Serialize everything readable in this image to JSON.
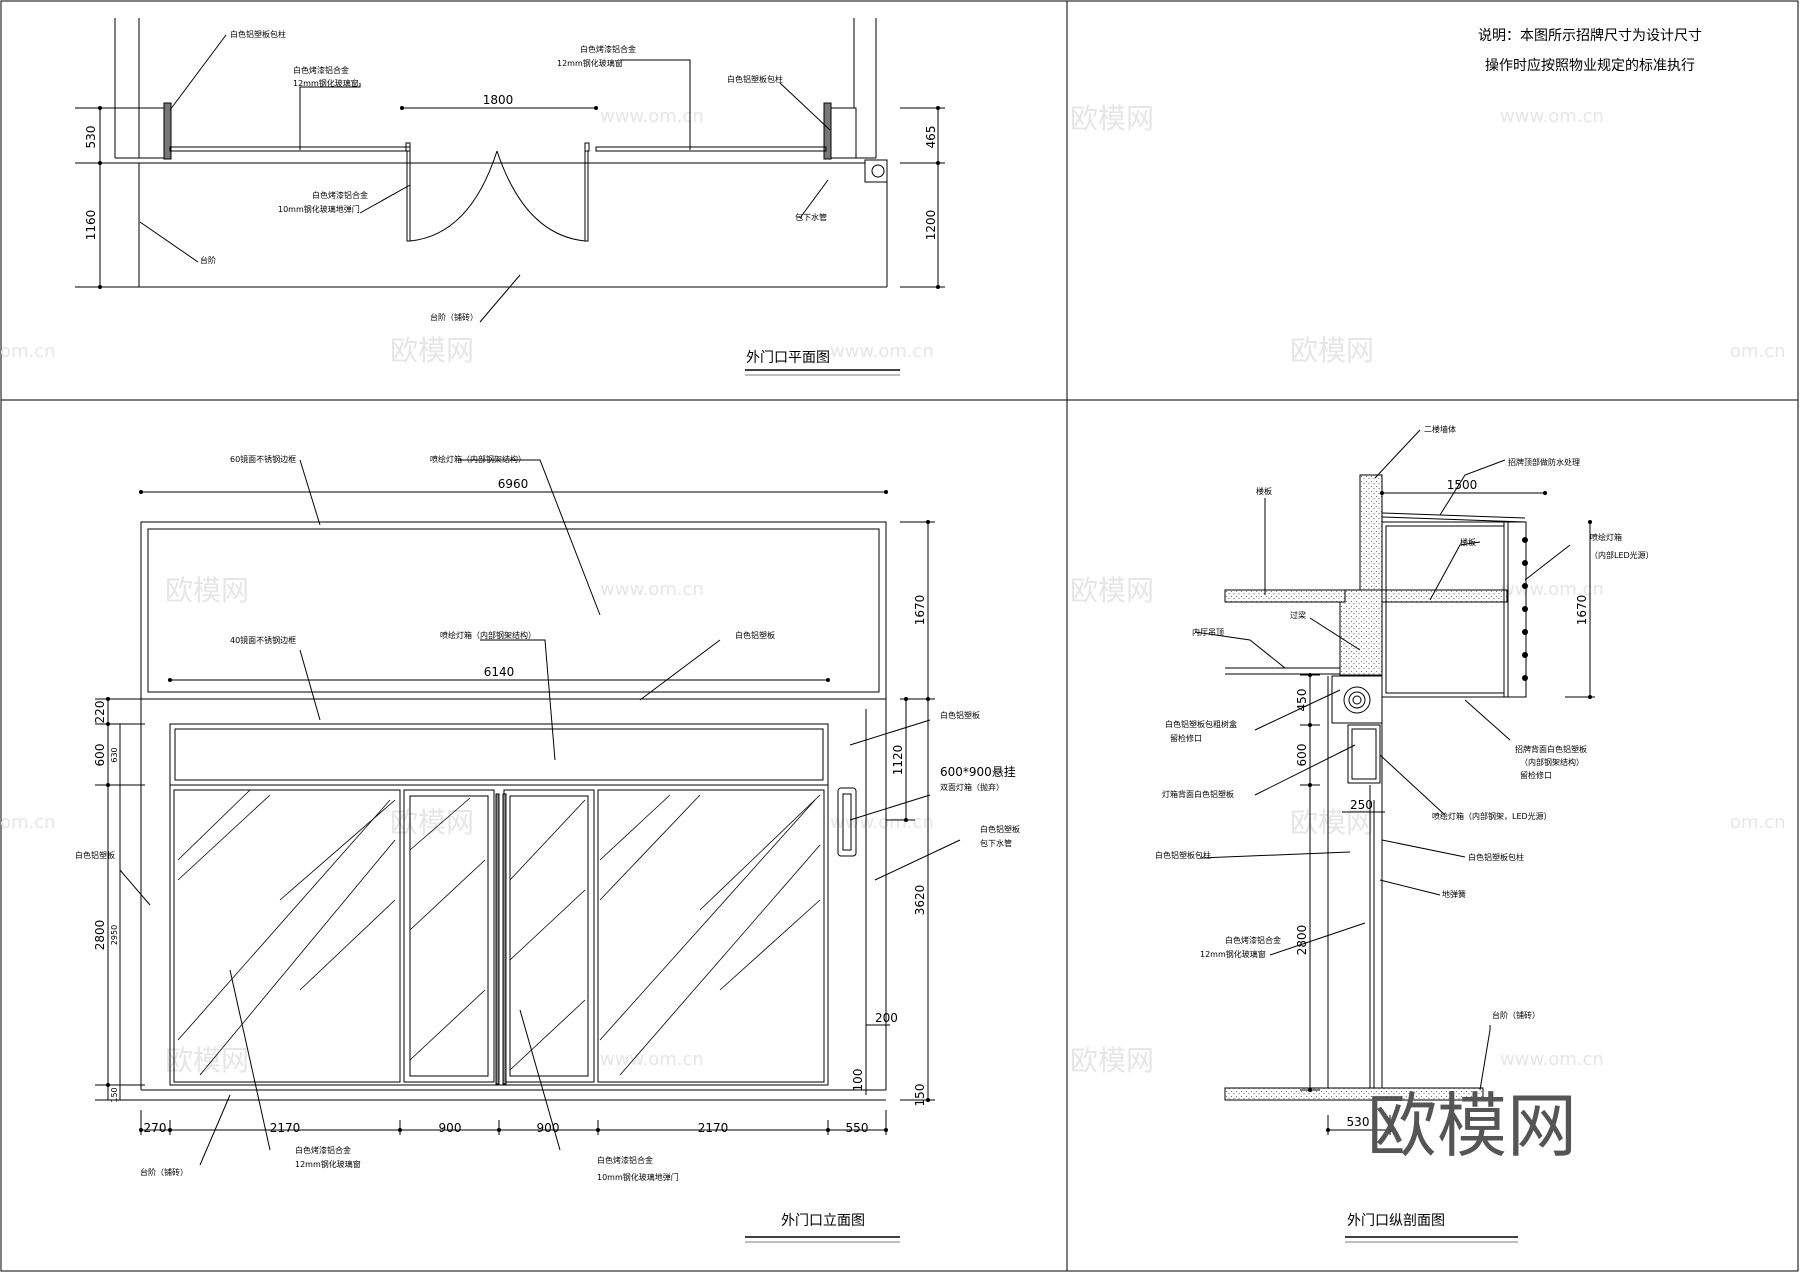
{
  "brand": "欧模网",
  "watermark": {
    "cn": "欧模网",
    "url": "www.om.cn",
    "url_cut": "om.cn"
  },
  "notes": {
    "line1": "说明：本图所示招牌尺寸为设计尺寸",
    "line2": "操作时应按照物业规定的标准执行"
  },
  "plan": {
    "title": "外门口平面图",
    "dims": {
      "d530": "530",
      "d1160": "1160",
      "d1800": "1800",
      "d465": "465",
      "d1200": "1200"
    },
    "labels": {
      "wrap_col_left": "白色铝塑板包柱",
      "frame_left_a": "白色烤漆铝合金",
      "frame_left_b": "12mm钢化玻璃窗",
      "frame_right_a": "白色烤漆铝合金",
      "frame_right_b": "12mm钢化玻璃窗",
      "wrap_col_right": "白色铝塑板包柱",
      "door_a": "白色烤漆铝合金",
      "door_b": "10mm钢化玻璃地弹门",
      "drain": "包下水管",
      "step_edge": "台阶",
      "step": "台阶（铺砖）"
    }
  },
  "elevation": {
    "title": "外门口立面图",
    "dims": {
      "top6960": "6960",
      "inner6140": "6140",
      "h1670": "1670",
      "h220": "220",
      "h600": "600",
      "h630": "630",
      "h2800": "2800",
      "h2950": "2950",
      "h150s": "150",
      "h1120": "1120",
      "h3620": "3620",
      "w200": "200",
      "h100": "100",
      "h150": "150",
      "b270": "270",
      "b2170a": "2170",
      "b900a": "900",
      "b900b": "900",
      "b2170b": "2170",
      "b550": "550"
    },
    "labels": {
      "steel60": "60镜面不锈钢边框",
      "lightbox_top": "喷绘灯箱（内部钢架结构）",
      "steel40": "40镜面不锈钢边框",
      "lightbox_mid": "喷绘灯箱（内部钢架结构）",
      "white_panel": "白色铝塑板",
      "white_panel_r": "白色铝塑板",
      "sign_size": "600*900悬挂",
      "sign_desc": "双面灯箱（抛弃）",
      "white_panel_r2": "白色铝塑板",
      "drain_r2": "包下水管",
      "white_panel_l": "白色铝塑板",
      "frame_a": "白色烤漆铝合金",
      "frame_b": "12mm钢化玻璃窗",
      "door_a": "白色烤漆铝合金",
      "door_b": "10mm钢化玻璃地弹门",
      "step": "台阶（铺砖）"
    }
  },
  "section": {
    "title": "外门口纵剖面图",
    "dims": {
      "w1500": "1500",
      "h1670": "1670",
      "h450": "450",
      "h600": "600",
      "w250": "250",
      "h2800": "2800",
      "w530": "530"
    },
    "labels": {
      "wall2f": "二楼墙体",
      "waterproof": "招牌顶部做防水处理",
      "floor": "楼板",
      "floor2": "楼板",
      "lightbox": "喷绘灯箱",
      "lightbox_led": "（内部LED光源）",
      "beam": "过梁",
      "ceiling": "内厅吊顶",
      "pipe_a": "白色铝塑板包粗树盒",
      "pipe_b": "留检修口",
      "sign_back": "招牌背面白色铝塑板",
      "sign_inner": "（内部钢架结构）",
      "sign_check": "留检修口",
      "lightbox_back": "灯箱背面白色铝塑板",
      "light_led": "喷绘灯箱（内部钢架，LED光源）",
      "wrap_col": "白色铝塑板包柱",
      "wrap_col_r": "白色铝塑板包柱",
      "glass_line": "地弹簧",
      "frame_a": "白色烤漆铝合金",
      "frame_b": "12mm钢化玻璃窗",
      "step": "台阶（铺砖）"
    }
  }
}
